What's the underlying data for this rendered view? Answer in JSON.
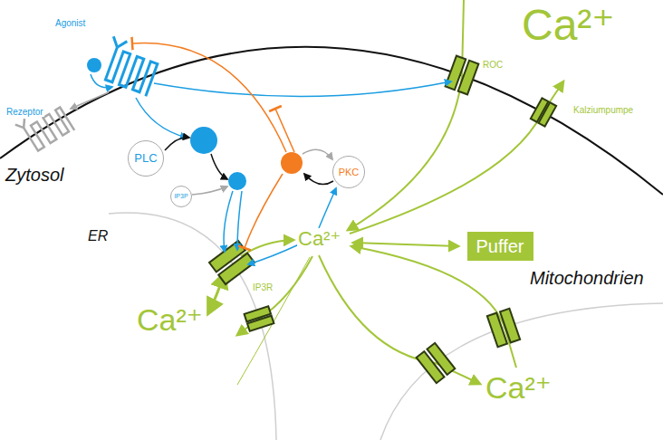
{
  "diagram": {
    "nodes": [
      {
        "text": [
          "PLC"
        ]
      },
      {
        "text": [
          "IP3P"
        ]
      },
      {
        "text": [
          "PKC"
        ]
      },
      {
        "text": [
          "Puffer"
        ]
      }
    ],
    "labels": [
      "Agonist",
      "Ca²⁺",
      "Rezeptor",
      "ROC",
      "Kalziumpumpe",
      "Zytosol",
      "ER",
      "Ca²⁺",
      "IP3R",
      "Mitochondrien",
      "Ca²⁺",
      "Ca²⁺"
    ]
  }
}
